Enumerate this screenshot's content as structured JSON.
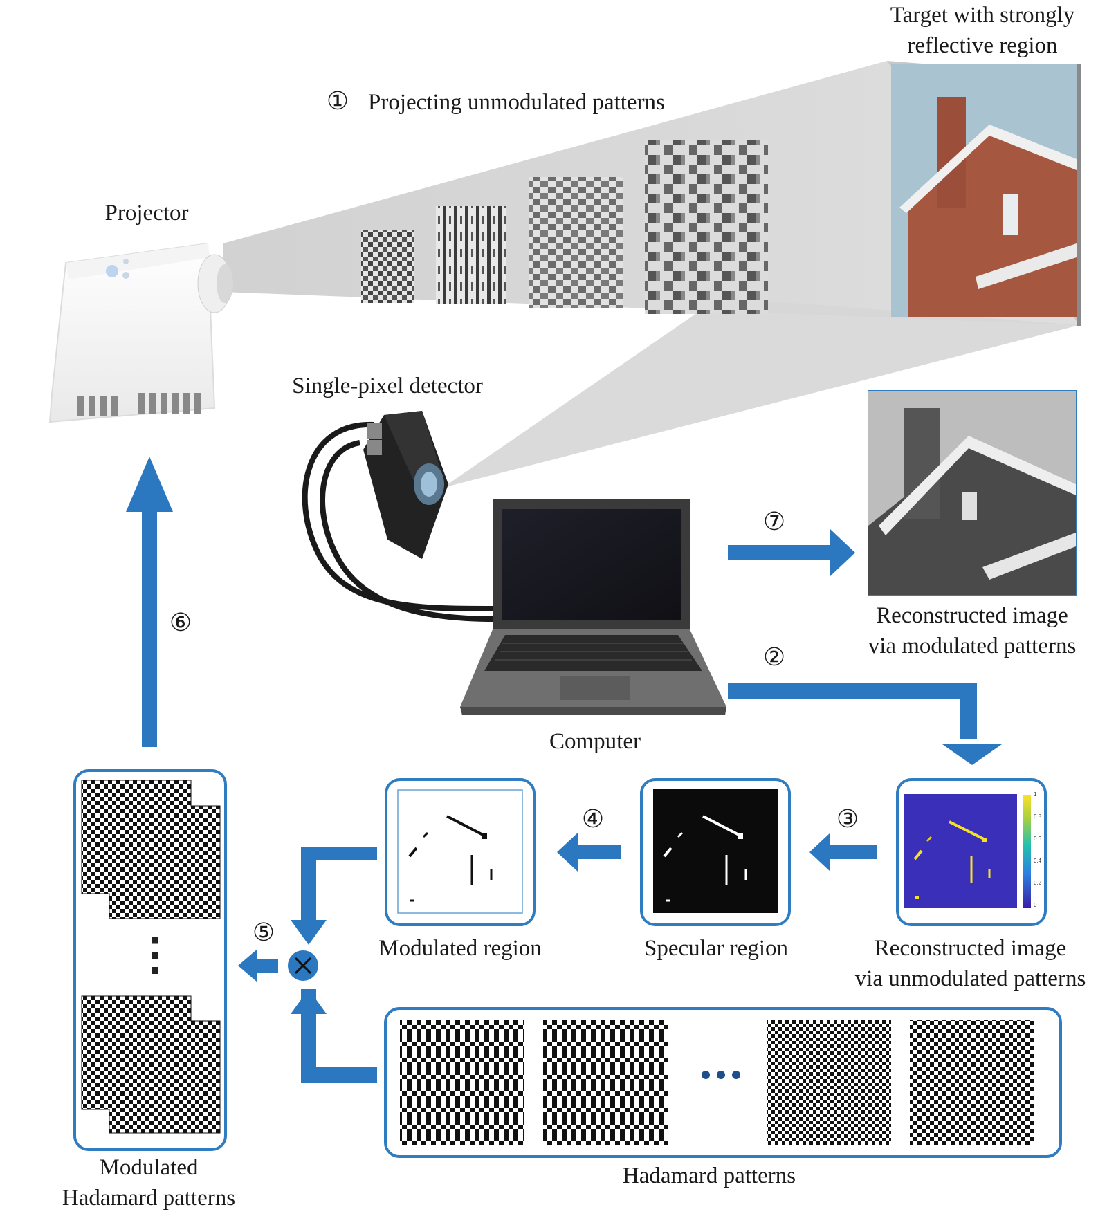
{
  "labels": {
    "target": "Target with strongly\nreflective region",
    "projecting": "Projecting unmodulated patterns",
    "projector": "Projector",
    "detector": "Single-pixel detector",
    "computer": "Computer",
    "recon_modulated": "Reconstructed image\nvia modulated patterns",
    "recon_unmodulated": "Reconstructed image\nvia unmodulated patterns",
    "specular": "Specular region",
    "modulated_region": "Modulated region",
    "modulated_hadamard": "Modulated\nHadamard patterns",
    "hadamard": "Hadamard patterns"
  },
  "steps": {
    "s1": "①",
    "s2": "②",
    "s3": "③",
    "s4": "④",
    "s5": "⑤",
    "s6": "⑥",
    "s7": "⑦"
  },
  "colorbar_ticks": [
    "1",
    "0.8",
    "0.6",
    "0.4",
    "0.2",
    "0"
  ],
  "ellipsis_dots": "⋮",
  "colors": {
    "arrow_blue": "#2c78c0",
    "frame_blue": "#2f7cc1",
    "beam_gray": "#d4d4d4",
    "brick": "#a5573f",
    "sky": "#a9c4d0",
    "heat_bg": "#3a2fb8",
    "heat_hi": "#f5e12a"
  },
  "icons": {
    "multiply": "multiply-circle-icon"
  }
}
